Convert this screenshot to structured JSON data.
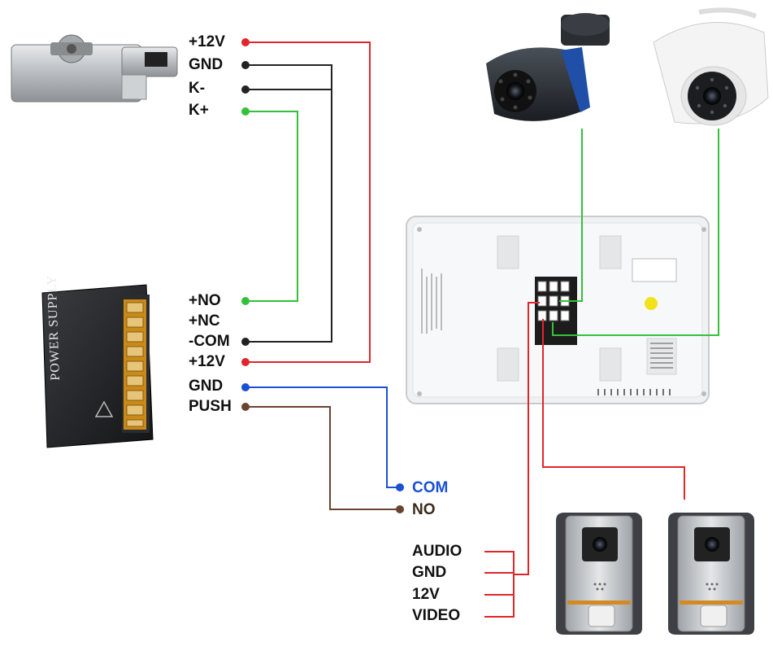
{
  "lock_terminals": [
    "+12V",
    "GND",
    "K-",
    "K+"
  ],
  "power_supply": {
    "brand_text": "POWER SUPPLY",
    "terminals": [
      "+NO",
      "+NC",
      "-COM",
      "+12V",
      "GND",
      "PUSH"
    ]
  },
  "exit_button": {
    "com": "COM",
    "no": "NO"
  },
  "outdoor_station_terminals": [
    "AUDIO",
    "GND",
    "12V",
    "VIDEO"
  ],
  "wire_colors": {
    "red": "#e0262b",
    "black": "#222222",
    "green": "#33c13a",
    "blue": "#1a4fd6",
    "brown": "#6a4330"
  }
}
